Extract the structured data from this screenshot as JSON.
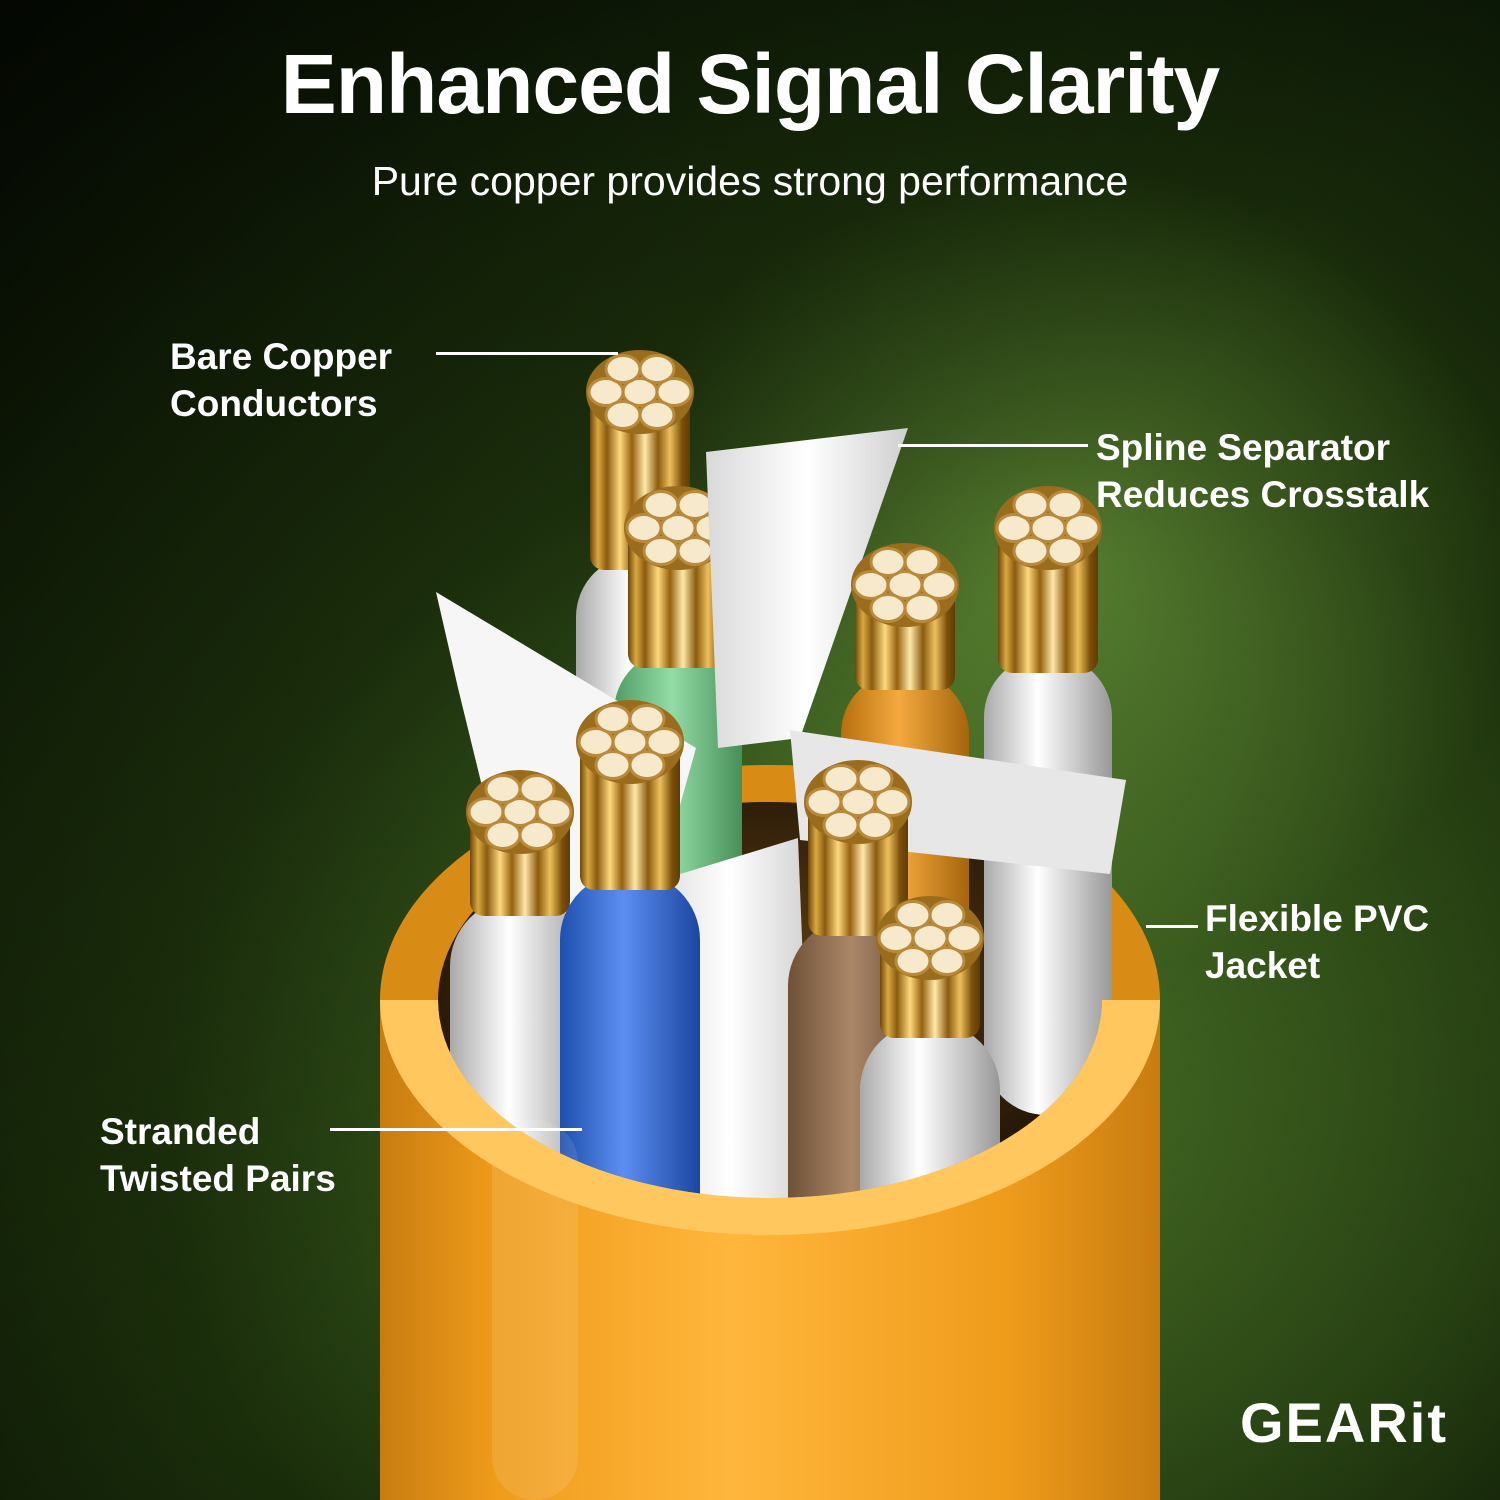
{
  "header": {
    "title": "Enhanced Signal Clarity",
    "subtitle": "Pure copper provides strong performance"
  },
  "callouts": {
    "bare_copper": {
      "line1": "Bare Copper",
      "line2": "Conductors"
    },
    "spline": {
      "line1": "Spline Separator",
      "line2": "Reduces Crosstalk"
    },
    "pvc_jacket": {
      "line1": "Flexible PVC",
      "line2": "Jacket"
    },
    "twisted_pairs": {
      "line1": "Stranded",
      "line2": "Twisted Pairs"
    }
  },
  "brand": {
    "logo_text": "GEARit"
  },
  "illustration": {
    "colors": {
      "jacket_orange": "#F2A024",
      "jacket_rim_highlight": "#FFC75E",
      "spline_white": "#F4F4F4",
      "copper_gold": "#E0A83E",
      "copper_strand_top": "#F7E9CB",
      "sheath_white": "#EFEFEF",
      "sheath_green": "#6FBE88",
      "sheath_blue": "#3A66C9",
      "sheath_brown": "#8E6C52",
      "sheath_orange": "#DD8F23",
      "background_green_glow": "#3E6420"
    }
  }
}
